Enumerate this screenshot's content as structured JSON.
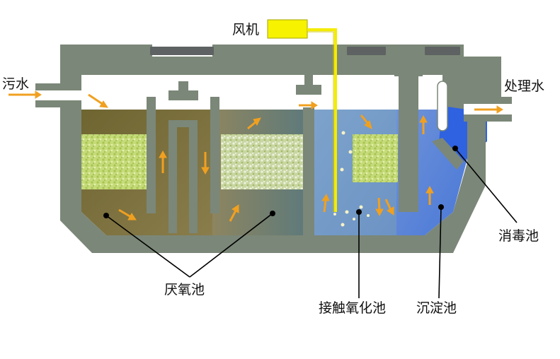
{
  "labels": {
    "blower": "风机",
    "sewage": "污水",
    "treated_water": "处理水",
    "disinfection_tank": "消毒池",
    "anaerobic_tank": "厌氧池",
    "contact_oxidation_tank": "接触氧化池",
    "sedimentation_tank": "沉淀池"
  },
  "colors": {
    "wall": "#7b8778",
    "anaerobic_water": "#7f7240",
    "oxidation_water": "#6f9ccc",
    "sedimentation_water": "#5a82d6",
    "disinfection_water": "#2f62e0",
    "filter_media": "#c7dd78",
    "blower": "#f6f200",
    "flow_arrow": "#f0a020"
  }
}
